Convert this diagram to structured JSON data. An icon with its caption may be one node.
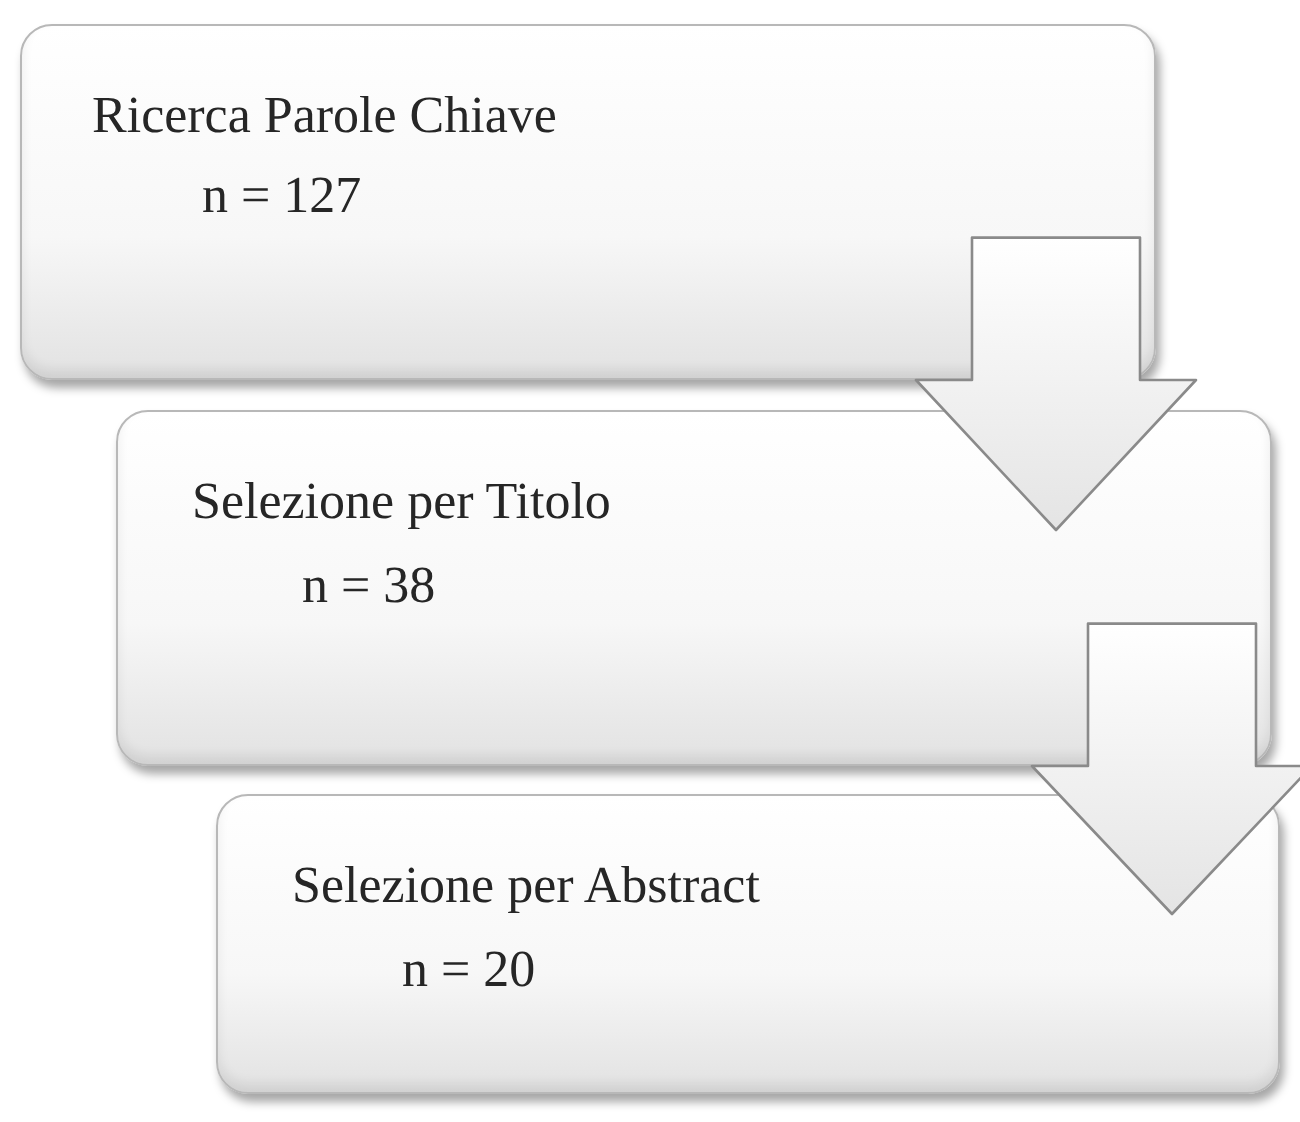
{
  "diagram": {
    "nodes": [
      {
        "text": [
          "Ricerca Parole Chiave",
          "n = 127"
        ]
      },
      {
        "text": [
          "Selezione per Titolo",
          "n = 38"
        ]
      },
      {
        "text": [
          "Selezione per Abstract",
          "n = 20"
        ]
      }
    ],
    "edges": [
      {
        "from": 0,
        "to": 1,
        "arrow": "to"
      },
      {
        "from": 1,
        "to": 2,
        "arrow": "to"
      }
    ]
  }
}
